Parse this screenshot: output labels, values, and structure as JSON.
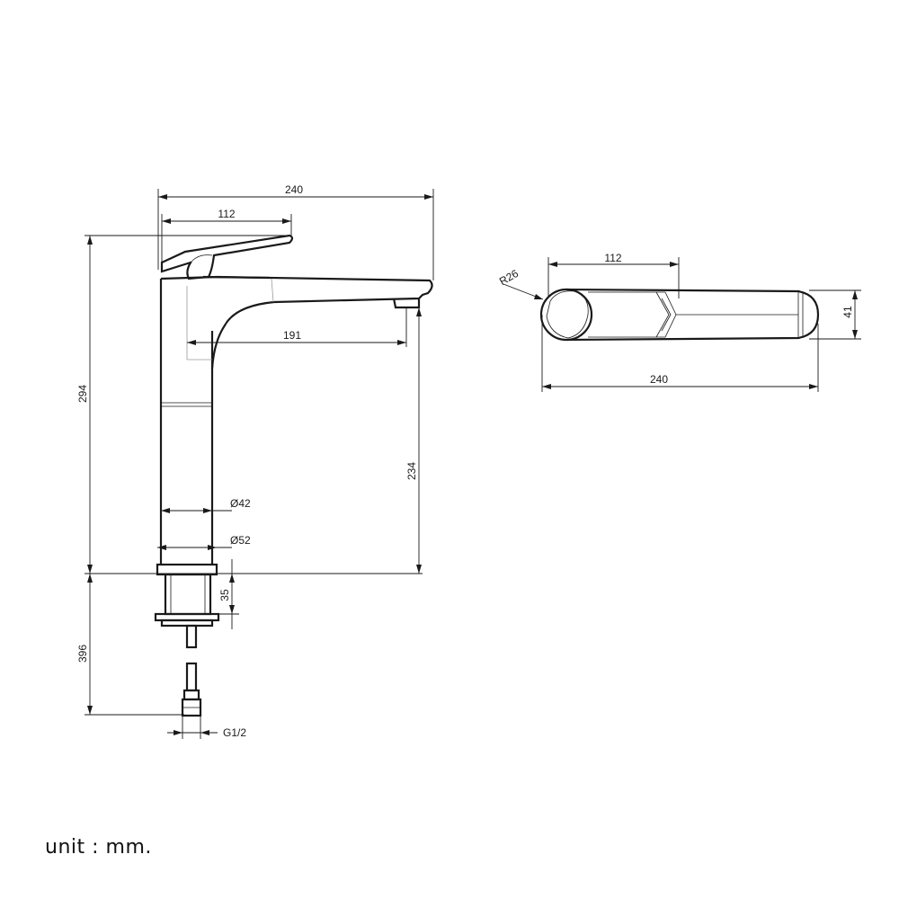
{
  "dimensions": {
    "side_total_width": "240",
    "side_handle_width": "112",
    "side_spout_reach": "191",
    "side_total_height": "294",
    "side_spout_height": "234",
    "side_body_diameter": "Ø42",
    "side_base_diameter": "Ø52",
    "side_shank_length": "35",
    "side_install_depth": "396",
    "side_thread": "G1/2",
    "top_handle_width": "112",
    "top_radius": "R26",
    "top_depth": "41",
    "top_total_width": "240"
  },
  "unit_note": "unit : mm."
}
